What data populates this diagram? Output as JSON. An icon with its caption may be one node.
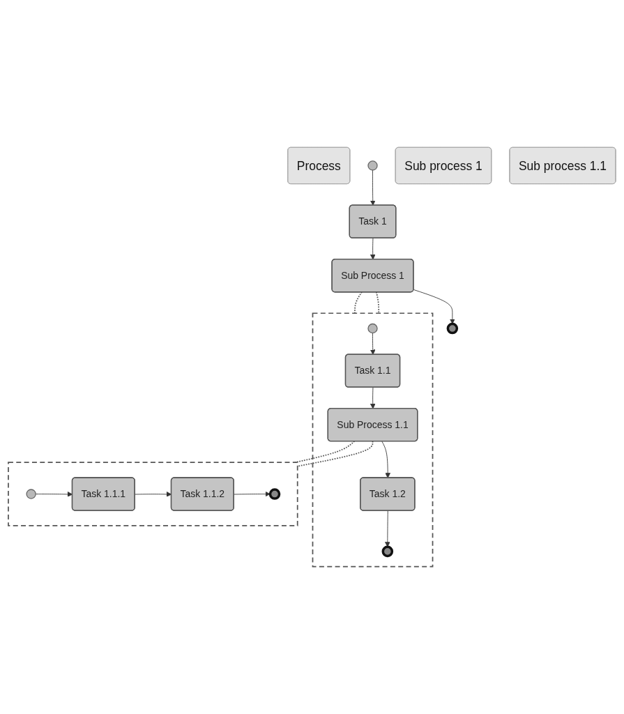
{
  "diagram": {
    "nodes": [
      {
        "text": [
          "Process"
        ]
      },
      {
        "text": [],
        "shape": "circle"
      },
      {
        "text": [
          "Task 1"
        ]
      },
      {
        "text": [
          "Sub Process 1"
        ]
      },
      {
        "text": [],
        "shape": "circle"
      },
      {
        "text": [
          "Sub process 1"
        ]
      },
      {
        "text": [],
        "shape": "ellipse"
      },
      {
        "text": [],
        "shape": "circle",
        "in": 6
      },
      {
        "text": [
          "Task 1.1"
        ],
        "in": 6
      },
      {
        "text": [
          "Sub Process 1.1"
        ],
        "in": 6
      },
      {
        "text": [
          "Task 1.2"
        ],
        "in": 6
      },
      {
        "text": [],
        "shape": "circle",
        "in": 6
      },
      {
        "text": [
          "Sub process 1.1"
        ]
      },
      {
        "text": [],
        "shape": "ellipse"
      },
      {
        "text": [],
        "shape": "circle",
        "in": 13
      },
      {
        "text": [
          "Task 1.1.1"
        ],
        "in": 13
      },
      {
        "text": [
          "Task 1.1.2"
        ],
        "in": 13
      },
      {
        "text": [],
        "shape": "circle",
        "in": 13
      }
    ],
    "edges": [
      {
        "from": 1,
        "to": 2,
        "arrow": "to"
      },
      {
        "from": 2,
        "to": 3,
        "arrow": "to"
      },
      {
        "from": 3,
        "to": 4,
        "arrow": "to"
      },
      {
        "from": 3,
        "to": 6,
        "arrow": "none",
        "style": "dashed"
      },
      {
        "from": 3,
        "to": 6,
        "arrow": "none",
        "style": "dashed"
      },
      {
        "from": 7,
        "to": 8,
        "arrow": "to"
      },
      {
        "from": 8,
        "to": 9,
        "arrow": "to"
      },
      {
        "from": 9,
        "to": 10,
        "arrow": "to"
      },
      {
        "from": 10,
        "to": 11,
        "arrow": "to"
      },
      {
        "from": 9,
        "to": 13,
        "arrow": "none",
        "style": "dashed"
      },
      {
        "from": 9,
        "to": 13,
        "arrow": "none",
        "style": "dashed"
      },
      {
        "from": 14,
        "to": 15,
        "arrow": "to"
      },
      {
        "from": 15,
        "to": 16,
        "arrow": "to"
      },
      {
        "from": 16,
        "to": 17,
        "arrow": "to"
      }
    ]
  }
}
